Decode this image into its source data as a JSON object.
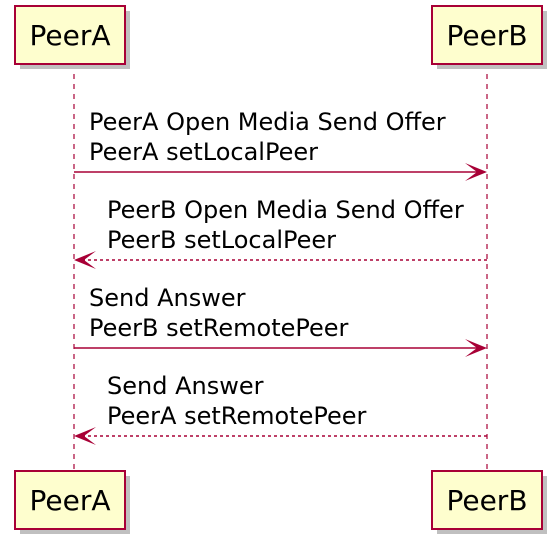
{
  "participants": [
    {
      "id": "a",
      "name": "PeerA"
    },
    {
      "id": "b",
      "name": "PeerB"
    }
  ],
  "messages": [
    {
      "from": "a",
      "to": "b",
      "style": "solid",
      "lines": [
        "PeerA Open Media Send Offer",
        "PeerA setLocalPeer"
      ]
    },
    {
      "from": "b",
      "to": "a",
      "style": "dashed",
      "lines": [
        "PeerB Open Media Send Offer",
        "PeerB setLocalPeer"
      ]
    },
    {
      "from": "a",
      "to": "b",
      "style": "solid",
      "lines": [
        "Send Answer",
        "PeerB setRemotePeer"
      ]
    },
    {
      "from": "b",
      "to": "a",
      "style": "dashed",
      "lines": [
        "Send Answer",
        "PeerA setRemotePeer"
      ]
    }
  ],
  "colors": {
    "participant_fill": "#FEFECE",
    "participant_border": "#A80036",
    "arrow": "#A80036",
    "lifeline": "#A80036",
    "shadow": "#C0C0C0",
    "text": "#000000"
  }
}
